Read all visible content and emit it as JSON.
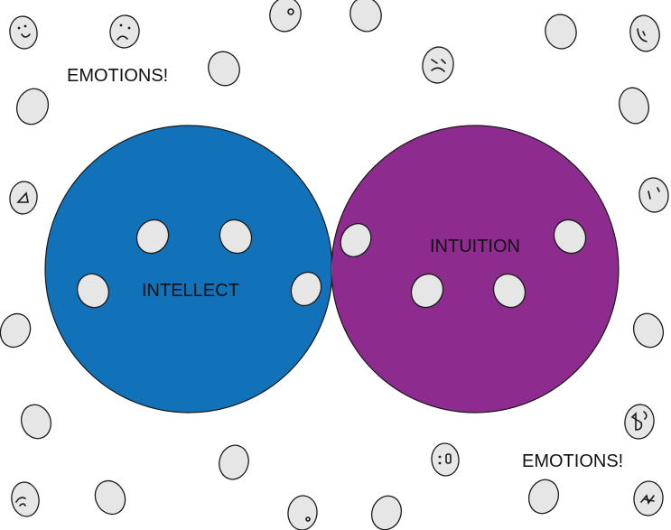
{
  "diagram": {
    "left_set": {
      "label": "INTELLECT",
      "color": "#1272b9"
    },
    "right_set": {
      "label": "INTUITION",
      "color": "#8e2b8e"
    },
    "intersection_color": "#ffffff",
    "outer_labels": [
      "EMOTIONS!",
      "EMOTIONS!"
    ],
    "outline_color": "#1a1a1a",
    "egg_color": "#e6e6e6"
  }
}
